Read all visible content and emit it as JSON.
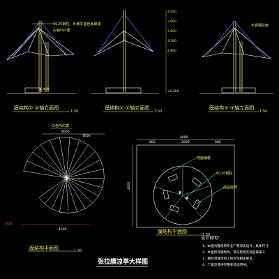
{
  "drawing": {
    "title": "张拉膜凉亭大样图",
    "views": {
      "elev1": {
        "label": "膜结构①-②轴立面图",
        "scale": "1:50"
      },
      "elev2": {
        "label": "膜结构①-①轴立面图",
        "scale": "1:50"
      },
      "elev3": {
        "label": "膜结构③-③轴立面图",
        "scale": "1:50"
      },
      "topview": {
        "label": "膜结构平面图",
        "scale": "1:50"
      },
      "plan": {
        "label": "膜结构平面图",
        "scale": "1:50"
      }
    },
    "annotations": {
      "column_note": "Φ120钢柱，外刷灰蓝色氟碳漆",
      "membrane_note": "白色PVC膜",
      "bench_note": "木坐凳",
      "top_film": "白色PVC膜",
      "ring_note": "不锈钢拉索",
      "steel_col": "Φ120钢柱",
      "stone_seat": "成品座凳",
      "ground_note": "地面铺装"
    },
    "dims": {
      "top_span": "4000",
      "top_half": "1600",
      "plan_width": "4000",
      "plan_seg": [
        "800",
        "2000",
        "800"
      ],
      "plan_height": "4000",
      "left_dim": "1750",
      "bottom_dim": "1500",
      "elev_levels": [
        "4.650",
        "3.900",
        "3.600",
        "3.300",
        "2.800",
        "±0.000"
      ]
    },
    "notes": {
      "heading": "设计说明：",
      "lines": [
        "1、本图为膜结构专业厂家深化设计，具体尺寸",
        "2、本图所有钢构件，须与现场实测后再施工",
        "3、膜材须满足防火防水等相关要求。",
        "4、厂家应提供完整安装说明书。"
      ]
    },
    "colors": {
      "line": "#ffffff",
      "struct": "#4b6cff",
      "column": "#e9e96a",
      "accent": "#3ee07a",
      "dim": "#ff5a5a",
      "text": "#e9e96a",
      "cyan": "#5de3ff"
    }
  }
}
